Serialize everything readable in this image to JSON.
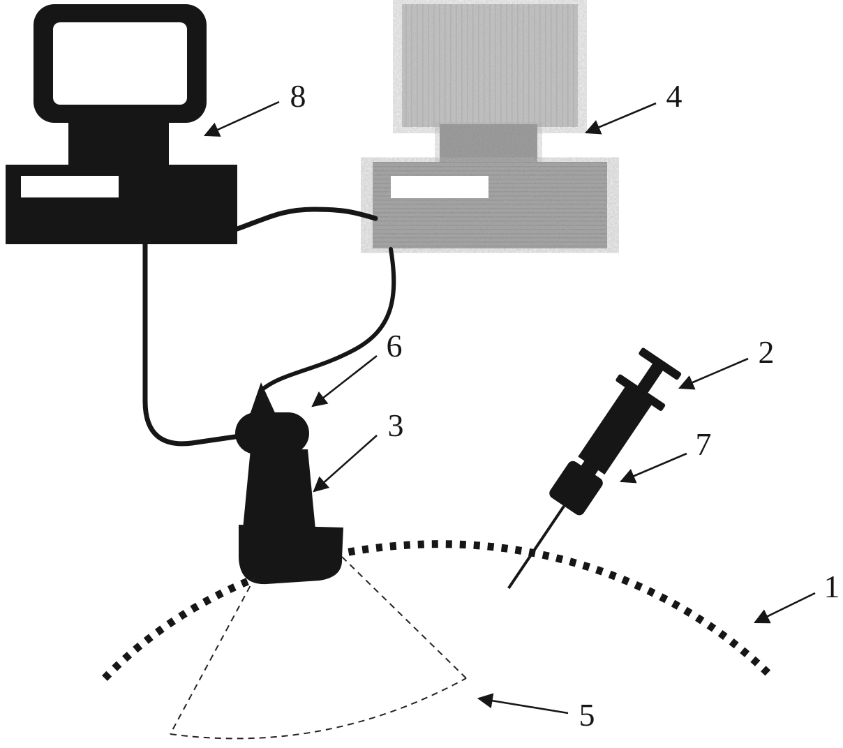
{
  "colors": {
    "ink": "#161616",
    "device_top_gray": "#c7c7c7",
    "device_mid_gray": "#8e8e8e",
    "device_body_gray": "#9a9a9a",
    "screen_white": "#ffffff"
  },
  "labels": {
    "body_surface": "1",
    "syringe": "2",
    "probe": "3",
    "device": "4",
    "scan_sector": "5",
    "probe_connector": "6",
    "needle_hub": "7",
    "computer": "8"
  }
}
